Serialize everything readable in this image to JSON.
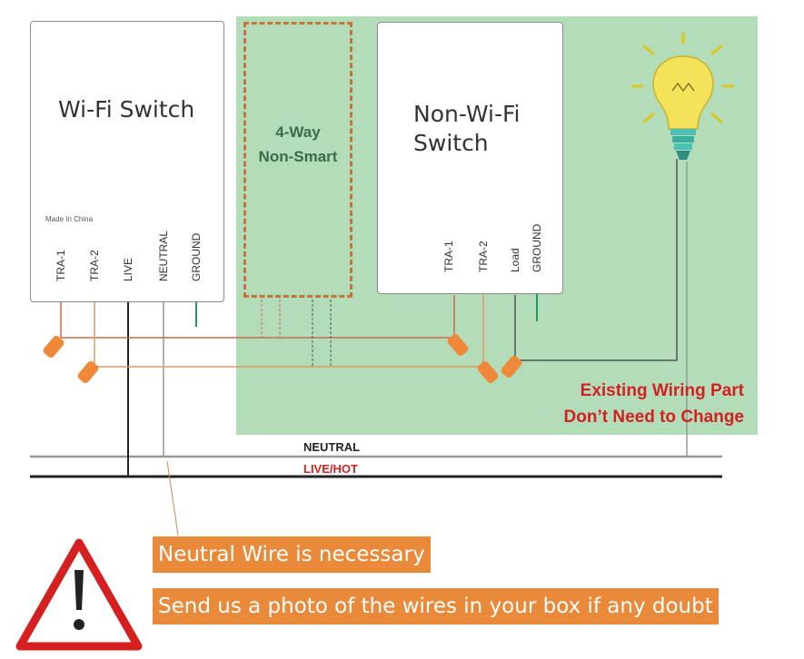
{
  "wifi_switch": {
    "title": "Wi-Fi Switch",
    "made_in": "Made In China",
    "terminals": [
      "TRA-1",
      "TRA-2",
      "LIVE",
      "NEUTRAL",
      "GROUND"
    ]
  },
  "four_way": {
    "line1": "4-Way",
    "line2": "Non-Smart"
  },
  "non_wifi_switch": {
    "title_line1": "Non-Wi-Fi",
    "title_line2": "Switch",
    "terminals": [
      "TRA-1",
      "TRA-2",
      "Load",
      "GROUND"
    ]
  },
  "existing_note": {
    "line1": "Existing Wiring Part",
    "line2": "Don’t Need to Change"
  },
  "lines": {
    "neutral": "NEUTRAL",
    "live": "LIVE/HOT"
  },
  "warnings": {
    "neutral": "Neutral Wire is necessary",
    "photo": "Send us a photo of the wires in your box if any doubt"
  },
  "colors": {
    "green_area": "#b3dcb8",
    "four_way_border": "#c8733a",
    "wire_tra1": "#c86a4c",
    "wire_tra2": "#e49a5c",
    "wire_live": "#222222",
    "wire_neutral": "#999999",
    "wire_ground": "#1f9a5b",
    "warning_red": "#d42020",
    "bar_orange": "#e98a3b"
  }
}
